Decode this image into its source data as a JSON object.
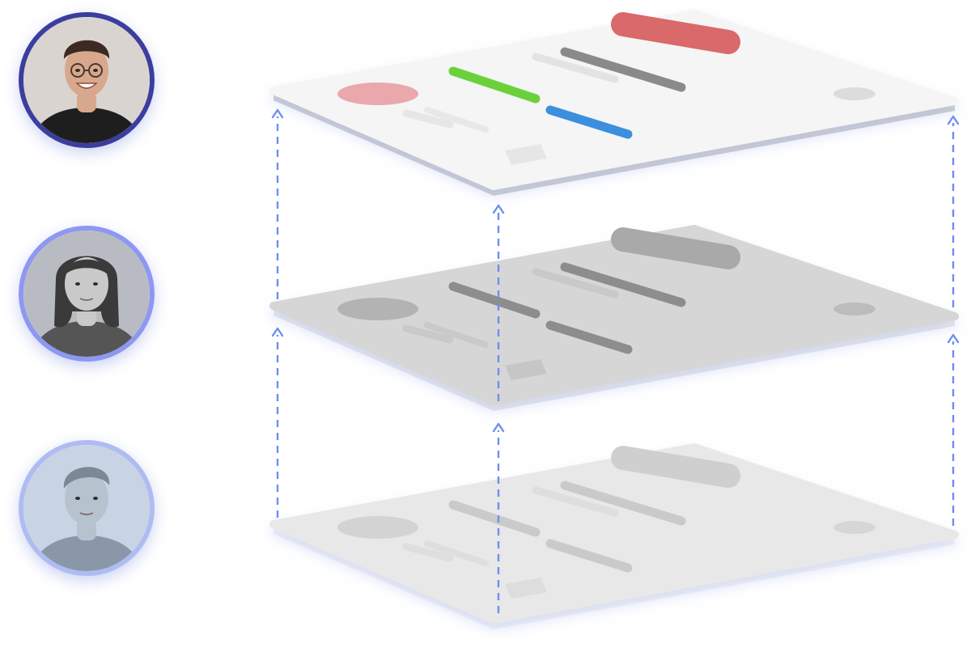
{
  "avatars": [
    {
      "name": "user-avatar-1",
      "ring_color": "#3b3e9e",
      "tone": "color",
      "bg": "#d9d4cf",
      "skin": "#d8a88c",
      "hair": "#3a2a22",
      "shirt": "#1e1e1e",
      "glasses": true
    },
    {
      "name": "user-avatar-2",
      "ring_color": "#8e98f2",
      "tone": "grayscale",
      "bg": "#b8bcc2",
      "skin": "#c9c9c9",
      "hair": "#3a3a3a",
      "shirt": "#555555",
      "glasses": false
    },
    {
      "name": "user-avatar-3",
      "ring_color": "#aebcf2",
      "tone": "faded",
      "bg": "#c8d4e4",
      "skin": "#b7c2cf",
      "hair": "#7d8897",
      "shirt": "#8a97a8",
      "glasses": false
    }
  ],
  "layers": [
    {
      "name": "ui-layer-top",
      "card_fill": "#f5f5f5",
      "edge_fill": "#cfcfcf",
      "opacity": 1,
      "elements": [
        {
          "name": "red-tab",
          "kind": "pill",
          "color": "#d9696b"
        },
        {
          "name": "pink-circle",
          "kind": "oval",
          "color": "#eaa8ac"
        },
        {
          "name": "green-line",
          "kind": "line",
          "color": "#6ad13a"
        },
        {
          "name": "blue-line",
          "kind": "line",
          "color": "#3b8fdc"
        },
        {
          "name": "dark-line",
          "kind": "line",
          "color": "#8a8a8a"
        },
        {
          "name": "faint-line-1",
          "kind": "line",
          "color": "#e3e3e3"
        },
        {
          "name": "faint-line-2",
          "kind": "line",
          "color": "#e6e6e6"
        },
        {
          "name": "faint-line-3",
          "kind": "line",
          "color": "#e8e8e8"
        },
        {
          "name": "small-square",
          "kind": "square",
          "color": "#e6e6e6"
        },
        {
          "name": "small-oval",
          "kind": "oval",
          "color": "#dcdcdc"
        }
      ]
    },
    {
      "name": "ui-layer-middle",
      "card_fill": "#d6d6d6",
      "edge_fill": "#e9e9e9",
      "opacity": 1,
      "elements": [
        {
          "name": "tab",
          "kind": "pill",
          "color": "#a9a9a9"
        },
        {
          "name": "circle",
          "kind": "oval",
          "color": "#b3b3b3"
        },
        {
          "name": "line-a",
          "kind": "line",
          "color": "#8d8d8d"
        },
        {
          "name": "line-b",
          "kind": "line",
          "color": "#8d8d8d"
        },
        {
          "name": "line-c",
          "kind": "line",
          "color": "#8d8d8d"
        },
        {
          "name": "faint-line-1",
          "kind": "line",
          "color": "#c9c9c9"
        },
        {
          "name": "faint-line-2",
          "kind": "line",
          "color": "#c9c9c9"
        },
        {
          "name": "faint-line-3",
          "kind": "line",
          "color": "#c9c9c9"
        },
        {
          "name": "square",
          "kind": "square",
          "color": "#c6c6c6"
        },
        {
          "name": "small-oval",
          "kind": "oval",
          "color": "#bcbcbc"
        }
      ]
    },
    {
      "name": "ui-layer-bottom",
      "card_fill": "#e8e8e8",
      "edge_fill": "#f3f3f3",
      "opacity": 1,
      "elements": [
        {
          "name": "tab",
          "kind": "pill",
          "color": "#cfcfcf"
        },
        {
          "name": "circle",
          "kind": "oval",
          "color": "#d3d3d3"
        },
        {
          "name": "line-a",
          "kind": "line",
          "color": "#cacaca"
        },
        {
          "name": "line-b",
          "kind": "line",
          "color": "#cacaca"
        },
        {
          "name": "line-c",
          "kind": "line",
          "color": "#cacaca"
        },
        {
          "name": "faint-line-1",
          "kind": "line",
          "color": "#dedede"
        },
        {
          "name": "faint-line-2",
          "kind": "line",
          "color": "#dedede"
        },
        {
          "name": "faint-line-3",
          "kind": "line",
          "color": "#dedede"
        },
        {
          "name": "square",
          "kind": "square",
          "color": "#dddddd"
        },
        {
          "name": "small-oval",
          "kind": "oval",
          "color": "#d6d6d6"
        }
      ]
    }
  ],
  "connector": {
    "color": "#6e8ef0",
    "style": "dashed",
    "arrow": "up"
  }
}
